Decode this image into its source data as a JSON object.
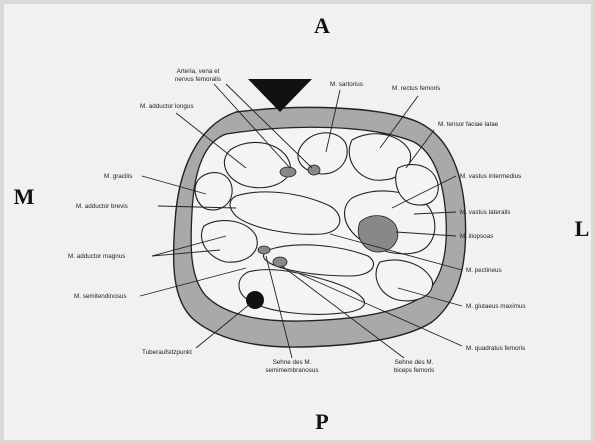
{
  "directions": {
    "anterior": "A",
    "posterior": "P",
    "medial": "M",
    "lateral": "L"
  },
  "labels": {
    "vessels_line1": "Arteria, vena et",
    "vessels_line2": "nervus femoralis",
    "sartorius": "M. sartorius",
    "rectus_femoris": "M. rectus femoris",
    "adductor_longus": "M. adductor longus",
    "tensor_fasciae_latae": "M. tensor faciae latae",
    "gracilis": "M. gracilis",
    "vastus_intermedius": "M. vastus intermedius",
    "adductor_brevis": "M. adductor brevis",
    "vastus_lateralis": "M. vastus lateralis",
    "iliopsoas": "M. iliopsoas",
    "adductor_magnus": "M. adductor magnus",
    "pectineus": "M. pectineus",
    "semitendinosus": "M. semitendinosus",
    "gluteus_maximus": "M. glutaeus maximus",
    "tuberaufsitzpunkt": "Tuberaufsitzpunkt",
    "quadratus_femoris": "M. quadratus femoris",
    "semimembranosus_line1": "Sehne des M.",
    "semimembranosus_line2": "semimembranosus",
    "biceps_line1": "Sehne des M.",
    "biceps_line2": "biceps femoris"
  },
  "colors": {
    "outer_ring": "#a9a9a7",
    "hatch": "#888888",
    "marker": "#111111"
  }
}
